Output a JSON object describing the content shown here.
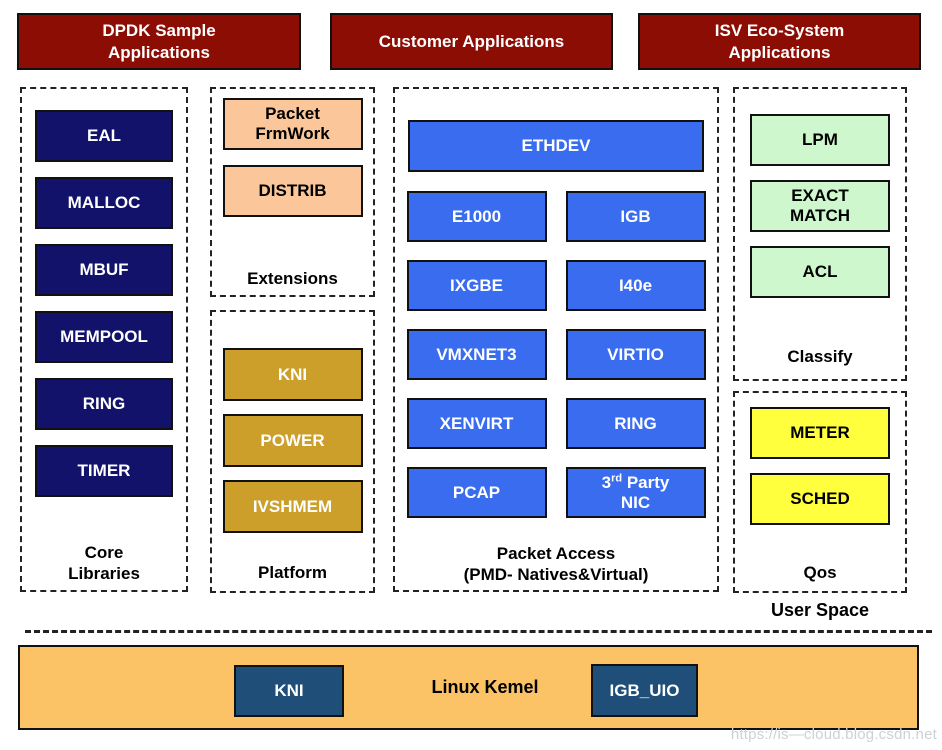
{
  "palette": {
    "maroon": "#8B0D04",
    "navy": "#12126B",
    "peach": "#FBC79A",
    "gold": "#CC9E2A",
    "blue": "#3A6CF0",
    "green": "#CFF7CE",
    "yellow": "#FFFF3D",
    "orange": "#FBC365",
    "steel_blue": "#1F4E79",
    "border": "#111111"
  },
  "top_apps": [
    {
      "label": "DPDK Sample\nApplications"
    },
    {
      "label": "Customer Applications"
    },
    {
      "label": "ISV Eco-System\nApplications"
    }
  ],
  "core_libraries": {
    "label": "Core\nLibraries",
    "items": [
      "EAL",
      "MALLOC",
      "MBUF",
      "MEMPOOL",
      "RING",
      "TIMER"
    ]
  },
  "extensions": {
    "label": "Extensions",
    "items": [
      "Packet\nFrmWork",
      "DISTRIB"
    ]
  },
  "platform": {
    "label": "Platform",
    "items": [
      "KNI",
      "POWER",
      "IVSHMEM"
    ]
  },
  "packet_access": {
    "label": "Packet Access\n(PMD- Natives&Virtual)",
    "ethdev": "ETHDEV",
    "pmds": [
      "E1000",
      "IGB",
      "IXGBE",
      "I40e",
      "VMXNET3",
      "VIRTIO",
      "XENVIRT",
      "RING",
      "PCAP"
    ],
    "third_party": {
      "num": "3",
      "ordinal": "rd",
      "rest": " Party",
      "line2": "NIC"
    }
  },
  "classify": {
    "label": "Classify",
    "items": [
      "LPM",
      "EXACT\nMATCH",
      "ACL"
    ]
  },
  "qos": {
    "label": "Qos",
    "items": [
      "METER",
      "SCHED"
    ]
  },
  "user_space_label": "User Space",
  "kernel_bar": {
    "kni": "KNI",
    "title": "Linux Kemel",
    "igb_uio": "IGB_UIO"
  },
  "watermark": "https://is—cloud.blog.csdn.net"
}
